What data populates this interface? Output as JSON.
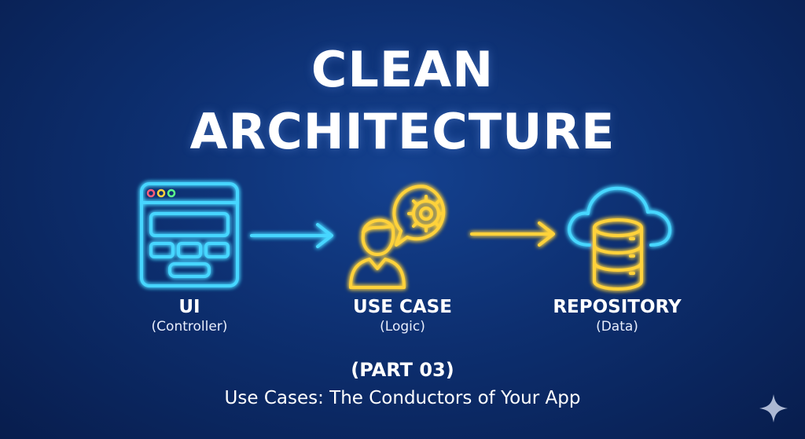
{
  "title": {
    "line1": "CLEAN",
    "line2": "ARCHITECTURE"
  },
  "nodes": [
    {
      "title": "UI",
      "subtitle": "(Controller)",
      "icon": "browser-window-icon",
      "color": "#47d6ff"
    },
    {
      "title": "USE CASE",
      "subtitle": "(Logic)",
      "icon": "person-gear-icon",
      "color": "#ffd23a"
    },
    {
      "title": "REPOSITORY",
      "subtitle": "(Data)",
      "icon": "cloud-database-icon",
      "color": "#47d6ff"
    }
  ],
  "arrows": [
    {
      "icon": "arrow-right-icon",
      "color": "#47d6ff"
    },
    {
      "icon": "arrow-right-icon",
      "color": "#ffd23a"
    }
  ],
  "part_label": "(PART 03)",
  "subtitle": "Use Cases: The Conductors of Your App",
  "colors": {
    "background": "#0d2f70",
    "cyan": "#47d6ff",
    "yellow": "#ffd23a",
    "window_dots": [
      "#ff5c7a",
      "#ffd23a",
      "#5cff8a"
    ]
  }
}
